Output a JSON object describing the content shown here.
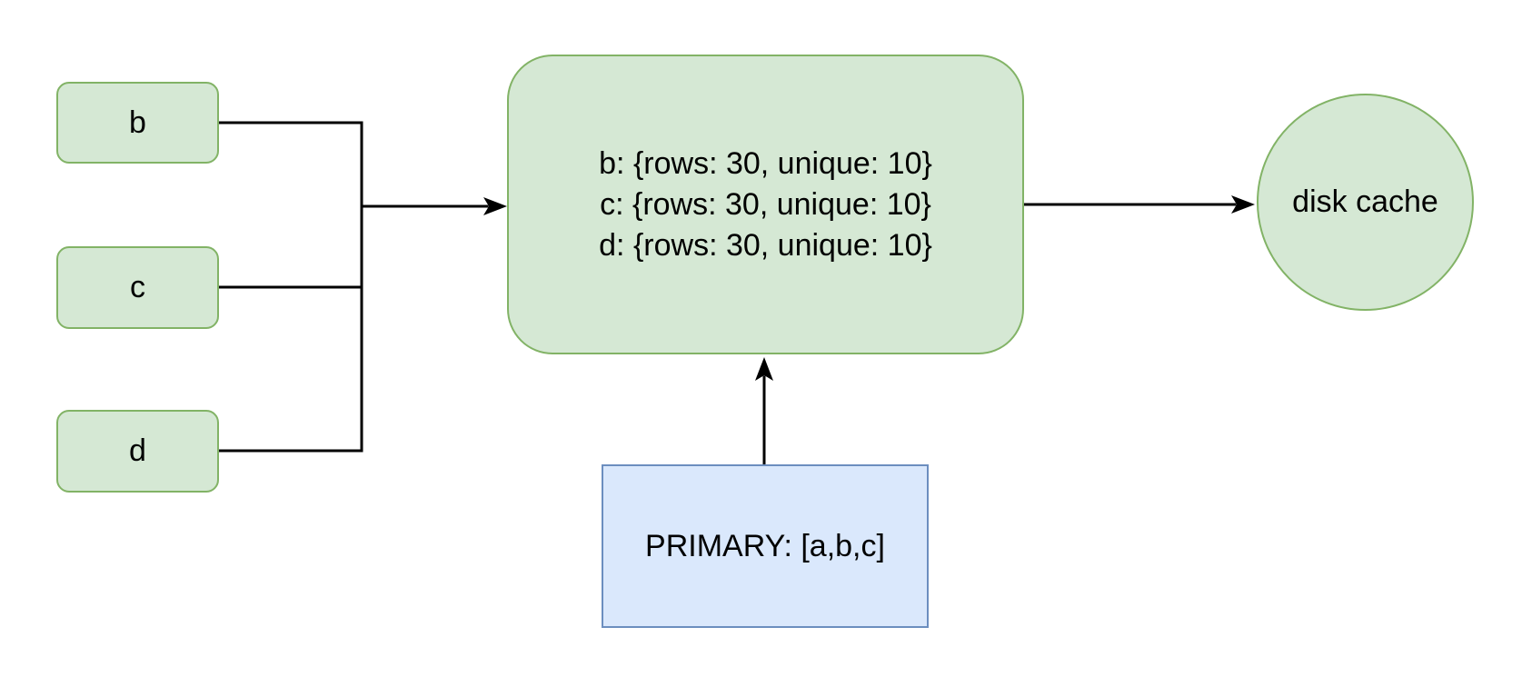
{
  "diagram": {
    "colors": {
      "background": "#ffffff",
      "green_fill": "#d5e8d4",
      "green_stroke": "#82b366",
      "blue_fill": "#dae8fc",
      "blue_stroke": "#6c8ebf",
      "line": "#000000"
    },
    "nodes": {
      "b": {
        "label": "b"
      },
      "c": {
        "label": "c"
      },
      "d": {
        "label": "d"
      },
      "stats": {
        "lines": [
          "b: {rows: 30, unique: 10}",
          "c: {rows: 30, unique: 10}",
          "d: {rows: 30, unique: 10}"
        ]
      },
      "disk_cache": {
        "label": "disk cache"
      },
      "primary": {
        "label": "PRIMARY: [a,b,c]"
      }
    }
  }
}
